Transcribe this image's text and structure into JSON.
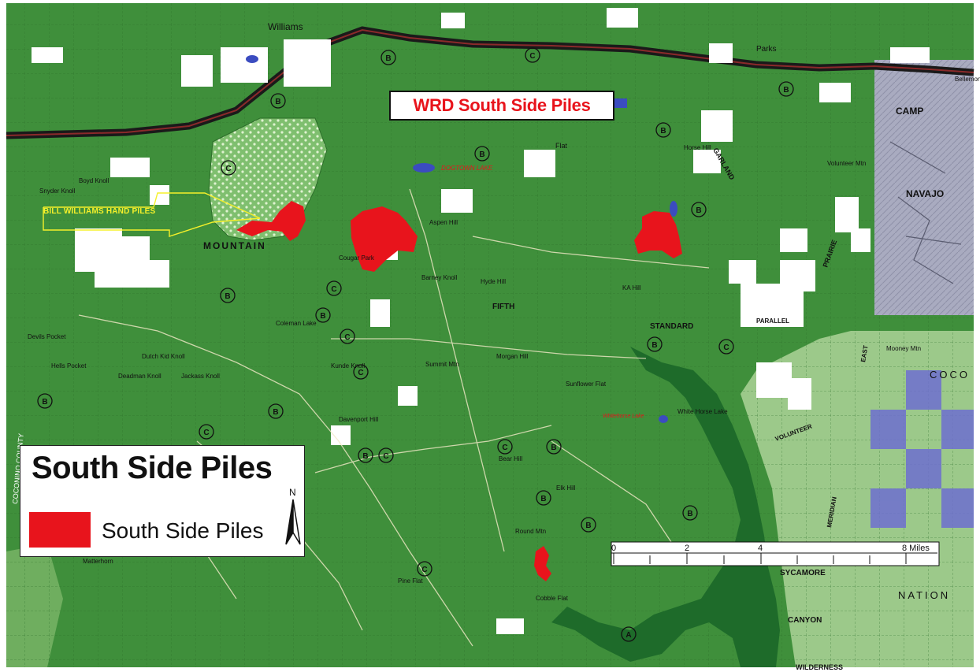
{
  "map": {
    "title": "WRD South Side Piles",
    "callout_label": "BILL WILLIAMS HAND PILES",
    "place_labels": [
      "Williams",
      "CAMP",
      "NAVAJO",
      "GARLAND",
      "PRAIRIE",
      "MOUNTAIN",
      "FIFTH",
      "STANDARD",
      "SYCAMORE",
      "CANYON",
      "NATION",
      "WILDERNESS",
      "VOLUNTEER",
      "MERIDIAN",
      "EAST",
      "COCONINO COUNTY",
      "COCO",
      "PARALLEL",
      "DOGTOWN LAKE",
      "Round Mtn",
      "Summit Mtn",
      "Sunflower Flat",
      "Cobble Flat",
      "Volunteer Mtn",
      "Mooney Mtn",
      "Kunde Knoll",
      "Coleman Lake",
      "Barney Knoll",
      "Hyde Hill",
      "Morgan Hill",
      "Davenport Hill",
      "Matterhorn",
      "Bear Hill",
      "Elk Hill",
      "Parks",
      "Bellemont",
      "KA Hill",
      "Horse Hill",
      "Deadman Knoll",
      "Jackass Knoll",
      "Hells Pocket",
      "Devils Pocket",
      "Snyder Knoll",
      "Boyd Knoll",
      "Cougar Park",
      "Pine Flat",
      "Aspen Hill",
      "Flat",
      "White Horse Lake",
      "Whitehorse Lake",
      "Dutch Kid Knoll",
      "Camp Navajo"
    ],
    "colors": {
      "forest": "#3f8f3b",
      "forest_dark": "#2f7a2f",
      "canyon": "#1e6b2a",
      "private_land": "#ffffff",
      "military": "#a9abc0",
      "light_green": "#9cc98a",
      "blue_state": "#6e6fd0",
      "pile_red": "#e8141c",
      "highway": "#222222",
      "callout": "#f5f02a"
    }
  },
  "legend": {
    "title": "South Side Piles",
    "item_label": "South Side Piles",
    "north_label": "N"
  },
  "scale_bar": {
    "ticks": [
      "0",
      "2",
      "4",
      "8 Miles"
    ]
  }
}
